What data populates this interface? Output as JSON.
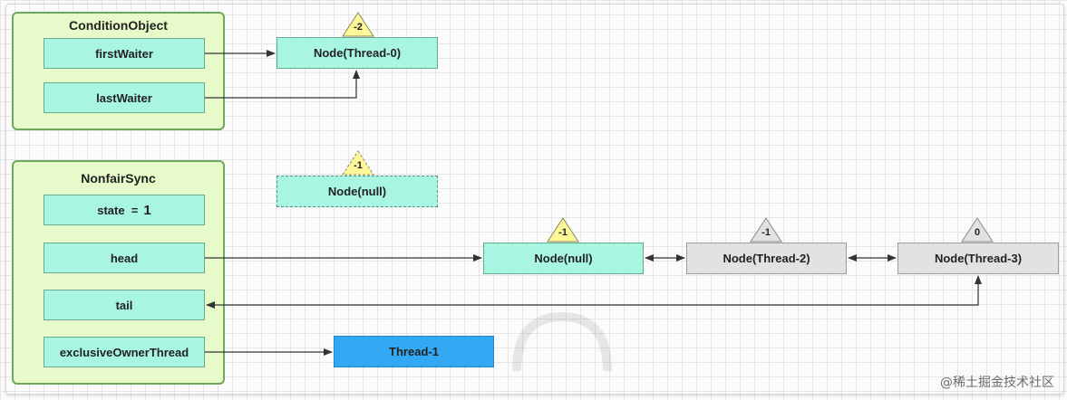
{
  "condition_object": {
    "title": "ConditionObject",
    "fields": [
      "firstWaiter",
      "lastWaiter"
    ]
  },
  "nonfair_sync": {
    "title": "NonfairSync",
    "state_label": "state  =",
    "state_value": "1",
    "fields": [
      "head",
      "tail",
      "exclusiveOwnerThread"
    ]
  },
  "nodes": {
    "thread0": {
      "label": "Node(Thread-0)",
      "wait_status": "-2"
    },
    "null_dashed": {
      "label": "Node(null)",
      "wait_status": "-1"
    },
    "null_head": {
      "label": "Node(null)",
      "wait_status": "-1"
    },
    "thread2": {
      "label": "Node(Thread-2)",
      "wait_status": "-1"
    },
    "thread3": {
      "label": "Node(Thread-3)",
      "wait_status": "0"
    }
  },
  "owner_thread": {
    "label": "Thread-1"
  },
  "watermark": "@稀土掘金技术社区",
  "colors": {
    "group_fill": "#e6fbc9",
    "field_fill": "#a8f5e2",
    "gray_node_fill": "#e2e2e2",
    "thread_fill": "#34a9f3",
    "triangle_yellow": "#fdf79a",
    "triangle_gray": "#e2e2e2"
  }
}
